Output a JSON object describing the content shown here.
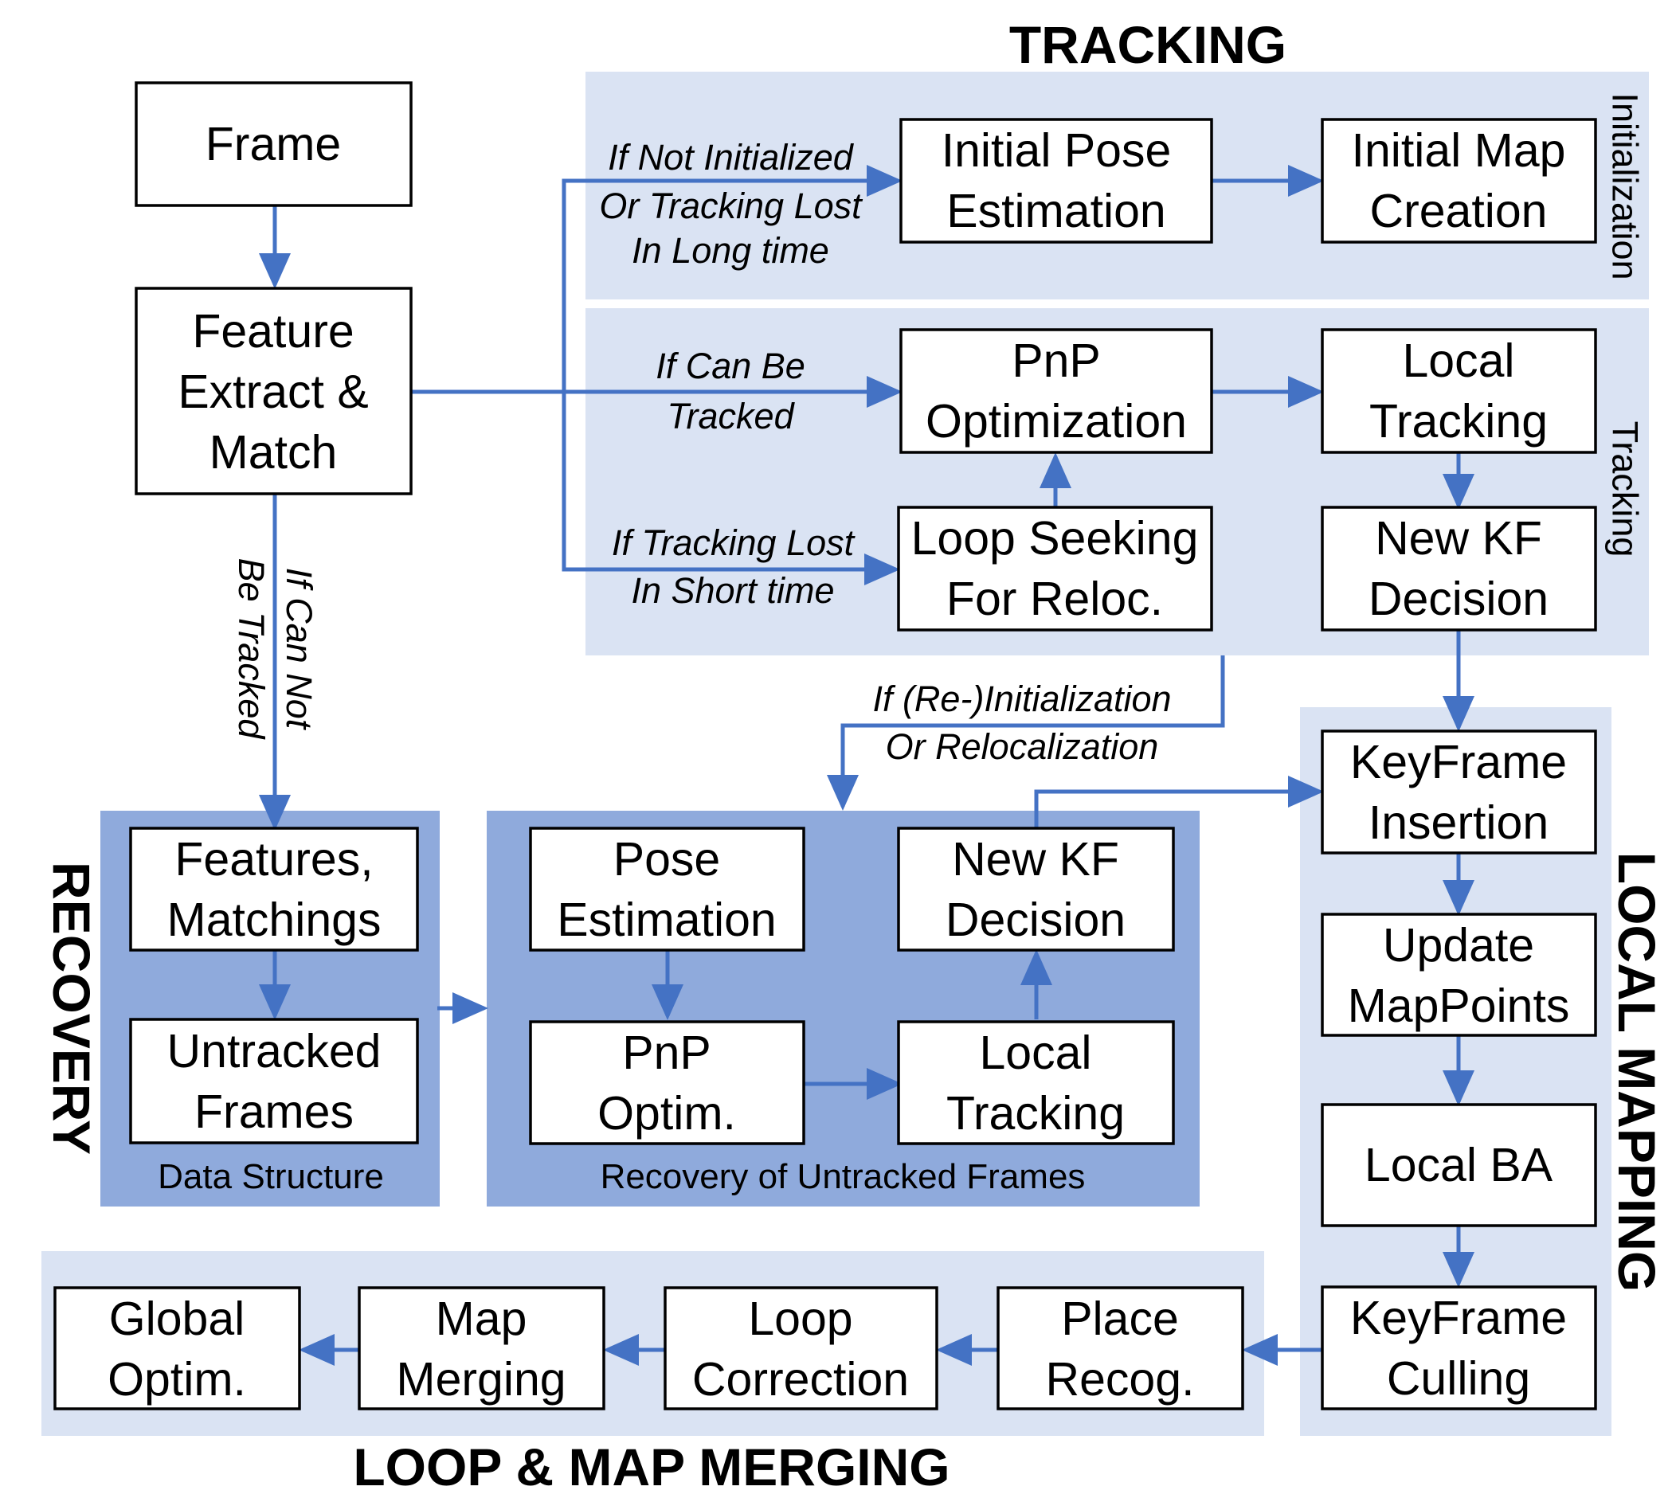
{
  "sections": {
    "tracking": "TRACKING",
    "recovery": "RECOVERY",
    "local_mapping": "LOCAL MAPPING",
    "loop_map_merging": "LOOP & MAP MERGING"
  },
  "subsections": {
    "initialization": "Initialization",
    "tracking": "Tracking",
    "data_structure": "Data Structure",
    "recovery_untracked": "Recovery of Untracked Frames"
  },
  "boxes": {
    "frame": [
      "Frame"
    ],
    "feature_extract": [
      "Feature",
      "Extract &",
      "Match"
    ],
    "initial_pose": [
      "Initial Pose",
      "Estimation"
    ],
    "initial_map": [
      "Initial Map",
      "Creation"
    ],
    "pnp_optimization": [
      "PnP",
      "Optimization"
    ],
    "local_tracking": [
      "Local",
      "Tracking"
    ],
    "loop_seeking": [
      "Loop Seeking",
      "For Reloc."
    ],
    "new_kf_decision": [
      "New KF",
      "Decision"
    ],
    "features_matchings": [
      "Features,",
      "Matchings"
    ],
    "untracked_frames": [
      "Untracked",
      "Frames"
    ],
    "pose_estimation": [
      "Pose",
      "Estimation"
    ],
    "rec_new_kf": [
      "New KF",
      "Decision"
    ],
    "pnp_optim": [
      "PnP",
      "Optim."
    ],
    "rec_local_tracking": [
      "Local",
      "Tracking"
    ],
    "keyframe_insertion": [
      "KeyFrame",
      "Insertion"
    ],
    "update_mappoints": [
      "Update",
      "MapPoints"
    ],
    "local_ba": [
      "Local BA"
    ],
    "keyframe_culling": [
      "KeyFrame",
      "Culling"
    ],
    "place_recog": [
      "Place",
      "Recog."
    ],
    "loop_correction": [
      "Loop",
      "Correction"
    ],
    "map_merging": [
      "Map",
      "Merging"
    ],
    "global_optim": [
      "Global",
      "Optim."
    ]
  },
  "edge_labels": {
    "not_initialized": [
      "If Not Initialized",
      "Or Tracking Lost",
      "In Long time"
    ],
    "can_be_tracked": [
      "If  Can Be",
      "Tracked"
    ],
    "lost_short": [
      "If Tracking Lost",
      "In Short time"
    ],
    "cannot_be_tracked": [
      "If Can Not",
      "Be Tracked"
    ],
    "reinit": [
      "If (Re-)Initialization",
      "Or Relocalization"
    ]
  },
  "colors": {
    "light_panel": "#dae3f3",
    "dark_panel": "#8faadc",
    "arrow": "#4472c4"
  }
}
